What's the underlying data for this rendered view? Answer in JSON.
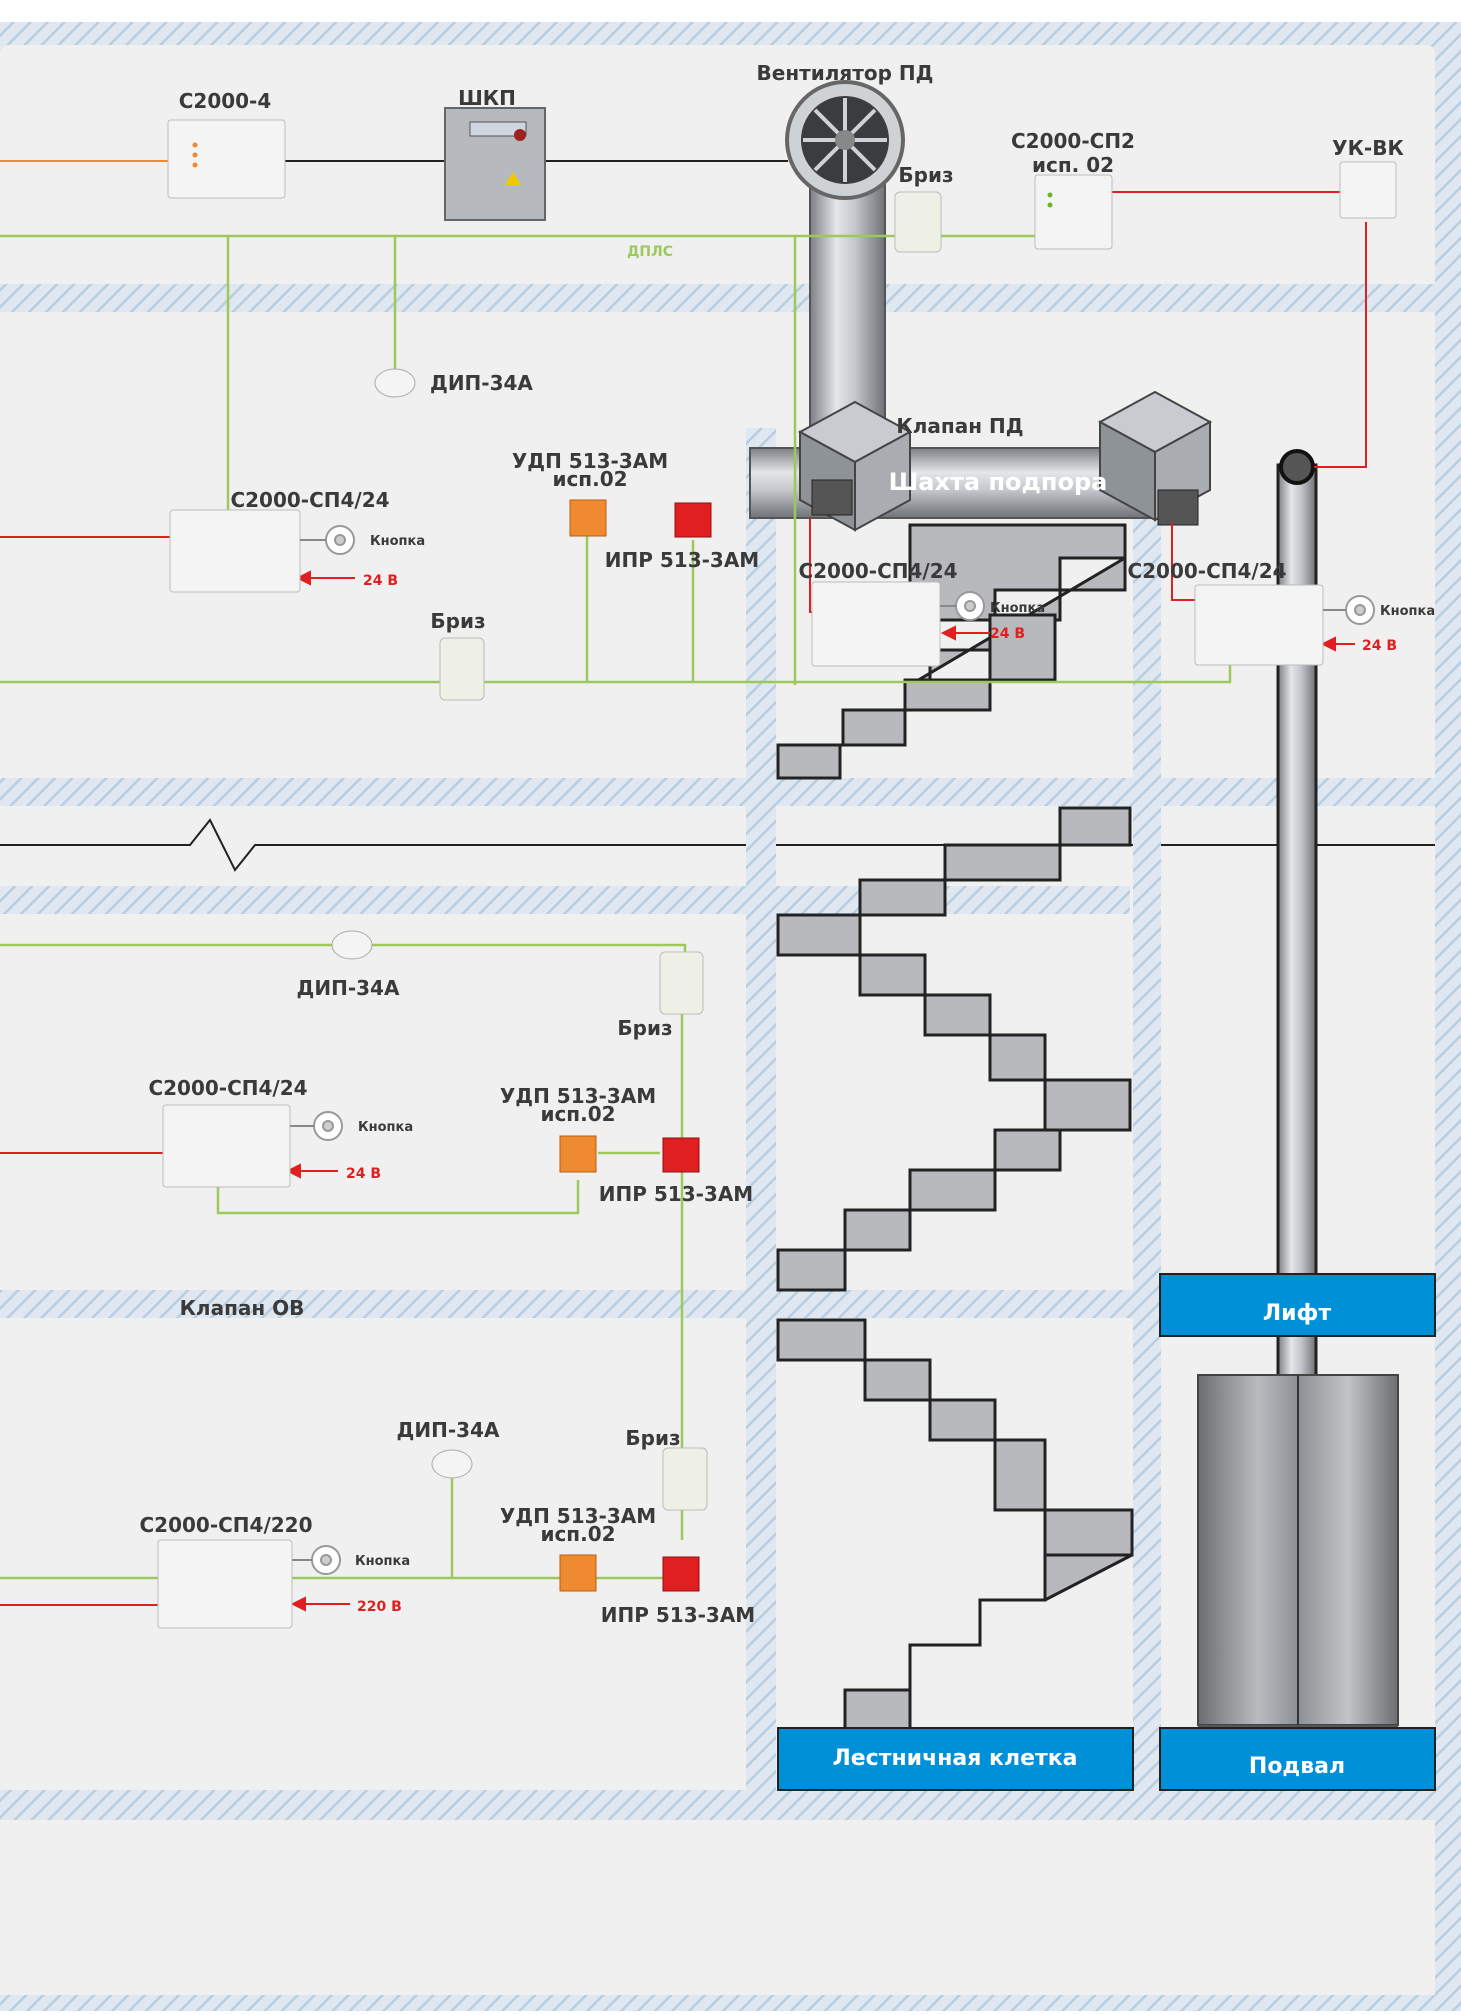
{
  "labels": {
    "c2000_4": "С2000-4",
    "shkp": "ШКП",
    "fan": "Вентилятор ПД",
    "briz": "Бриз",
    "sp2_line1": "С2000-СП2",
    "sp2_line2": "исп. 02",
    "ukvk": "УК-ВК",
    "dpls": "ДПЛС",
    "dip": "ДИП-34А",
    "valve_pd": "Клапан ПД",
    "shaft": "Шахта подпора",
    "udp_line1": "УДП 513-3АМ",
    "udp_line2": "исп.02",
    "ipr": "ИПР 513-3АМ",
    "sp4_24": "С2000-СП4/24",
    "sp4_220": "С2000-СП4/220",
    "button": "Кнопка",
    "v24": "24 В",
    "v220": "220 В",
    "valve_ov": "Клапан ОВ",
    "lift": "Лифт",
    "stairwell": "Лестничная клетка",
    "basement": "Подвал"
  },
  "colors": {
    "wire_green": "#9dc95a",
    "wire_red": "#e02020",
    "wire_orange": "#f08a30",
    "hatch": "#b8cde0",
    "wall_bg": "#f0f0f0",
    "blue_box": "#0090d8",
    "stairs": "#b8b9bc"
  }
}
